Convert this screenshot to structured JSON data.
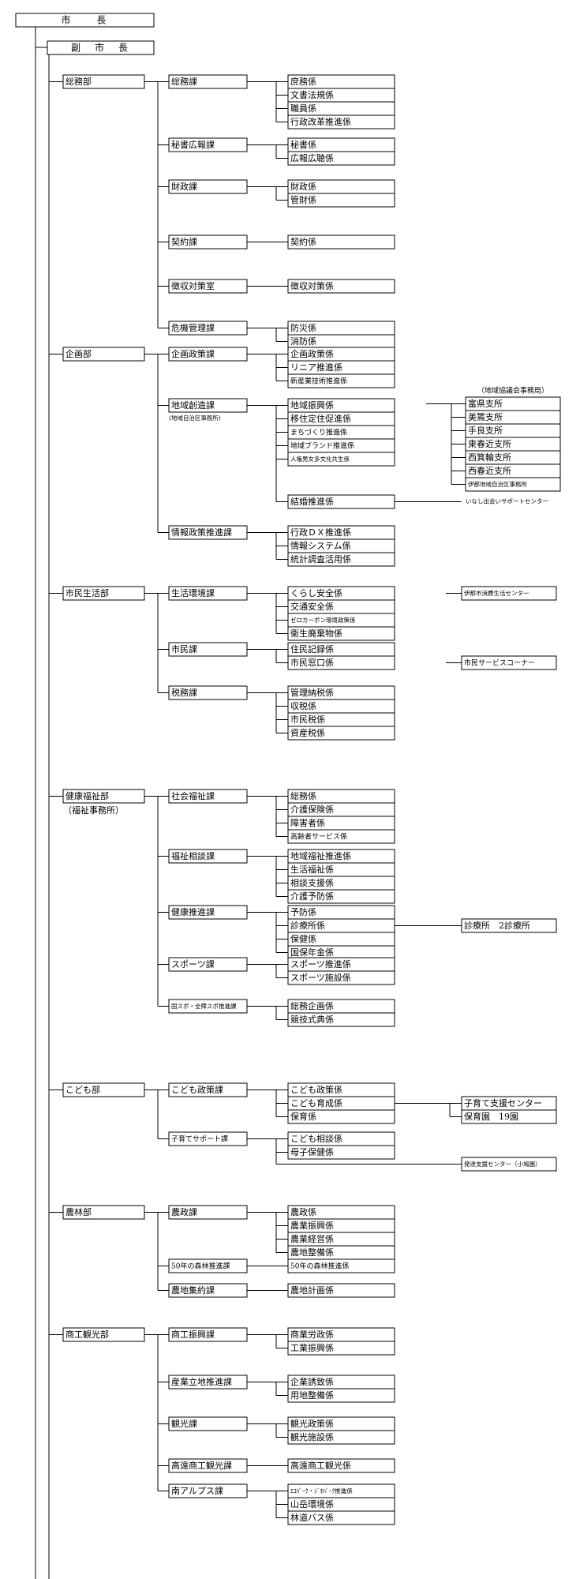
{
  "mayor": "市　　長",
  "vice_mayor": "副　市　長",
  "departments": [
    {
      "name": "総務部",
      "sections": [
        {
          "name": "総務課",
          "units": [
            "庶務係",
            "文書法規係",
            "職員係",
            "行政改革推進係"
          ]
        },
        {
          "name": "秘書広報課",
          "units": [
            "秘書係",
            "広報広聴係"
          ]
        },
        {
          "name": "財政課",
          "units": [
            "財政係",
            "管財係"
          ]
        },
        {
          "name": "契約課",
          "units": [
            "契約係"
          ]
        },
        {
          "name": "徴収対策室",
          "units": [
            "徴収対策係"
          ]
        },
        {
          "name": "危機管理課",
          "units": [
            "防災係",
            "消防係"
          ]
        }
      ]
    },
    {
      "name": "企画部",
      "sections": [
        {
          "name": "企画政策課",
          "units": [
            "企画政策係",
            "リニア推進係",
            "新産業技術推進係"
          ]
        },
        {
          "name": "地域創造課",
          "note": "(地域自治区事務所)",
          "units": [
            "地域振興係",
            "移住定住促進係",
            "まちづくり推進係",
            "地域ブランド推進係",
            "人権男女多文化共生係"
          ]
        },
        {
          "name": "情報政策推進課",
          "units": [
            "行政ＤＸ推進係",
            "情報システム係",
            "統計調査活用係"
          ]
        }
      ]
    },
    {
      "name": "市民生活部",
      "sections": [
        {
          "name": "生活環境課",
          "units": [
            "くらし安全係",
            "交通安全係",
            "ゼロカーボン環境政策係",
            "衛生廃棄物係"
          ]
        },
        {
          "name": "市民課",
          "units": [
            "住民記録係",
            "市民窓口係"
          ]
        },
        {
          "name": "税務課",
          "units": [
            "管理納税係",
            "収税係",
            "市民税係",
            "資産税係"
          ]
        }
      ]
    },
    {
      "name": "健康福祉部",
      "note": "（福祉事務所）",
      "sections": [
        {
          "name": "社会福祉課",
          "units": [
            "総務係",
            "介護保険係",
            "障害者係",
            "高齢者サービス係"
          ]
        },
        {
          "name": "福祉相談課",
          "units": [
            "地域福祉推進係",
            "生活福祉係",
            "相談支援係",
            "介護予防係"
          ]
        },
        {
          "name": "健康推進課",
          "units": [
            "予防係",
            "診療所係",
            "保健係",
            "国保年金係"
          ]
        },
        {
          "name": "スポーツ課",
          "units": [
            "スポーツ推進係",
            "スポーツ施設係"
          ]
        },
        {
          "name": "国スポ・全障スポ推進課",
          "units": [
            "総務企画係",
            "競技式典係"
          ]
        }
      ]
    },
    {
      "name": "こども部",
      "sections": [
        {
          "name": "こども政策課",
          "units": [
            "こども政策係",
            "こども育成係",
            "保育係"
          ]
        },
        {
          "name": "子育てサポート課",
          "units": [
            "こども相談係",
            "母子保健係"
          ]
        }
      ]
    },
    {
      "name": "農林部",
      "sections": [
        {
          "name": "農政課",
          "units": [
            "農政係",
            "農業振興係",
            "農業経営係",
            "農地整備係"
          ]
        },
        {
          "name": "50年の森林推進課",
          "units": [
            "50年の森林推進係"
          ]
        },
        {
          "name": "農地集約課",
          "units": [
            "農地計画係"
          ]
        }
      ]
    },
    {
      "name": "商工観光部",
      "sections": [
        {
          "name": "商工振興課",
          "units": [
            "商業労政係",
            "工業振興係"
          ]
        },
        {
          "name": "産業立地推進課",
          "units": [
            "企業誘致係",
            "用地整備係"
          ]
        },
        {
          "name": "観光課",
          "units": [
            "観光政策係",
            "観光施設係"
          ]
        },
        {
          "name": "高遠商工観光課",
          "units": [
            "高遠商工観光係"
          ]
        },
        {
          "name": "南アルプス課",
          "units": [
            "ｴｺﾊﾟｰｸ・ｼﾞｵﾊﾟｰｸ推進係",
            "山岳環境係",
            "林道バス係"
          ]
        }
      ]
    }
  ],
  "annexes": {
    "council_office_label": "（地域協議会事務局）",
    "branch_offices": [
      "富県支所",
      "美篶支所",
      "手良支所",
      "東春近支所",
      "西箕輪支所",
      "西春近支所",
      "伊那地域自治区事務所"
    ],
    "marriage_unit": "結婚推進係",
    "marriage_center": "いなし出会いサポートセンター",
    "consumer_center": "伊那市消費生活センター",
    "citizen_service_corner": "市民サービスコーナー",
    "clinics": "診療所　2診療所",
    "childcare_center": "子育て支援センター",
    "nursery": "保育園　19園",
    "child_development_center": "発達支援センター（小鳩園）"
  }
}
